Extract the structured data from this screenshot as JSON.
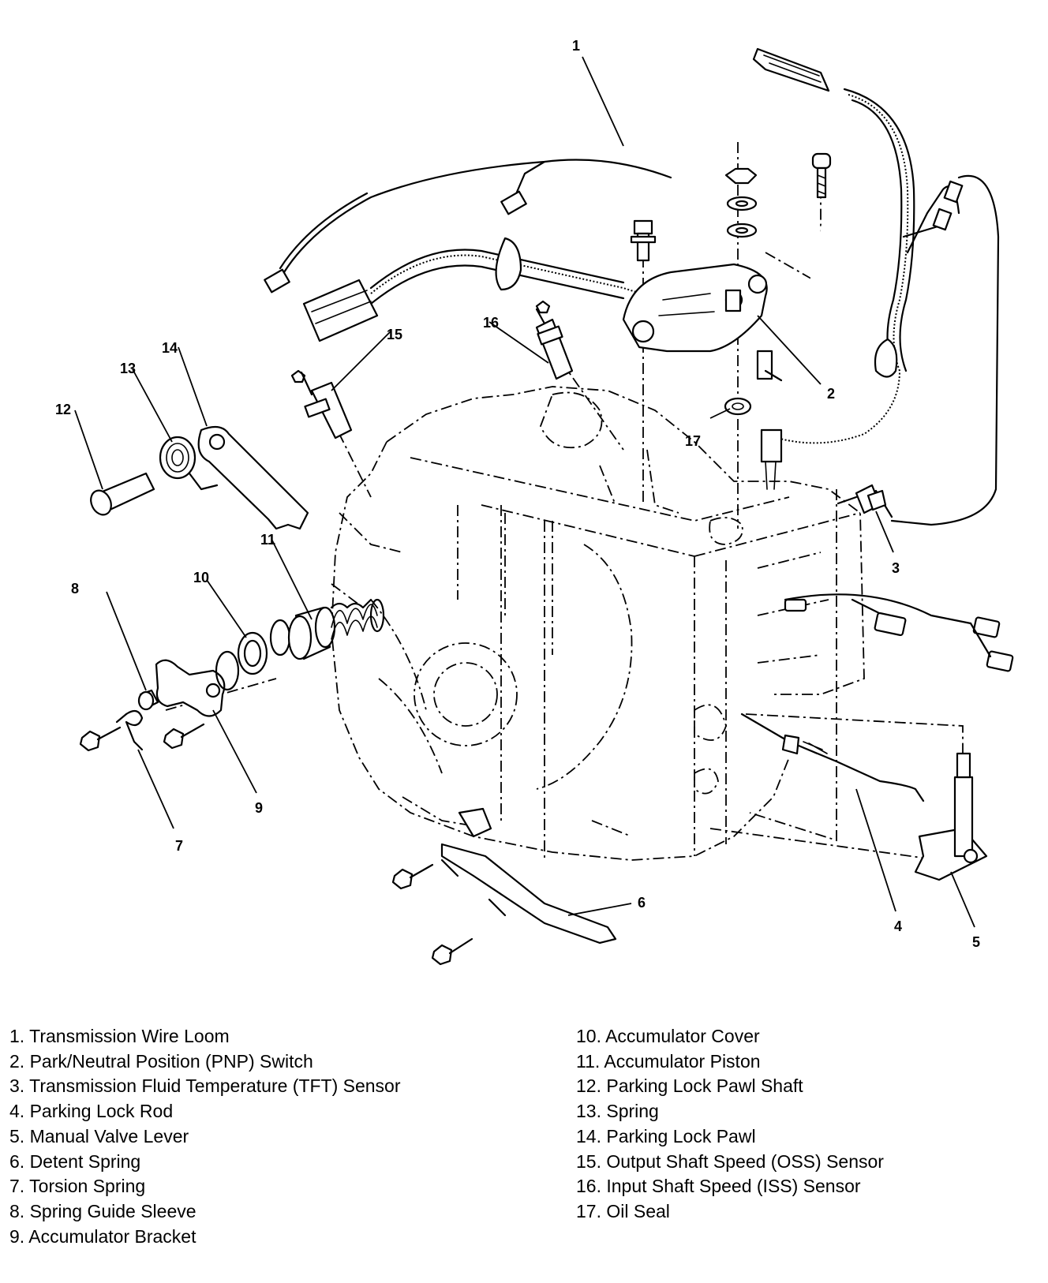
{
  "callouts": {
    "n1": "1",
    "n2": "2",
    "n3": "3",
    "n4": "4",
    "n5": "5",
    "n6": "6",
    "n7": "7",
    "n8": "8",
    "n9": "9",
    "n10": "10",
    "n11": "11",
    "n12": "12",
    "n13": "13",
    "n14": "14",
    "n15": "15",
    "n16": "16",
    "n17": "17"
  },
  "legend": {
    "left": [
      "1. Transmission Wire Loom",
      "2. Park/Neutral Position (PNP) Switch",
      "3. Transmission Fluid Temperature (TFT) Sensor",
      "4. Parking Lock Rod",
      "5. Manual Valve Lever",
      "6. Detent Spring",
      "7. Torsion Spring",
      "8. Spring Guide Sleeve",
      "9. Accumulator Bracket"
    ],
    "right": [
      "10. Accumulator Cover",
      "11. Accumulator Piston",
      "12. Parking Lock Pawl Shaft",
      "13. Spring",
      "14. Parking Lock Pawl",
      "15. Output Shaft Speed (OSS) Sensor",
      "16. Input Shaft Speed (ISS) Sensor",
      "17. Oil Seal"
    ]
  }
}
